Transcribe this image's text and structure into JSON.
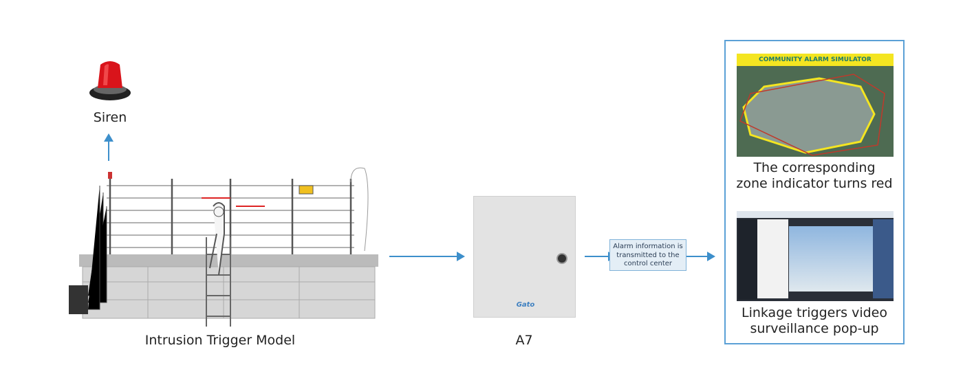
{
  "siren": {
    "label": "Siren",
    "icon": "siren-icon"
  },
  "intrusion": {
    "label": "Intrusion Trigger Model",
    "icon": "electric-fence-illustration"
  },
  "controller": {
    "label": "A7",
    "brand": "Gato"
  },
  "note": {
    "text": "Alarm information is transmitted to the control center"
  },
  "outcomes": [
    {
      "title": "COMMUNITY ALARM SIMULATOR",
      "caption_line1": "The corresponding",
      "caption_line2": "zone indicator turns red"
    },
    {
      "caption_line1": "Linkage triggers video",
      "caption_line2": "surveillance pop-up"
    }
  ],
  "colors": {
    "arrow": "#3d8fcb",
    "panel_border": "#5aa0d6",
    "banner": "#f4e521"
  }
}
